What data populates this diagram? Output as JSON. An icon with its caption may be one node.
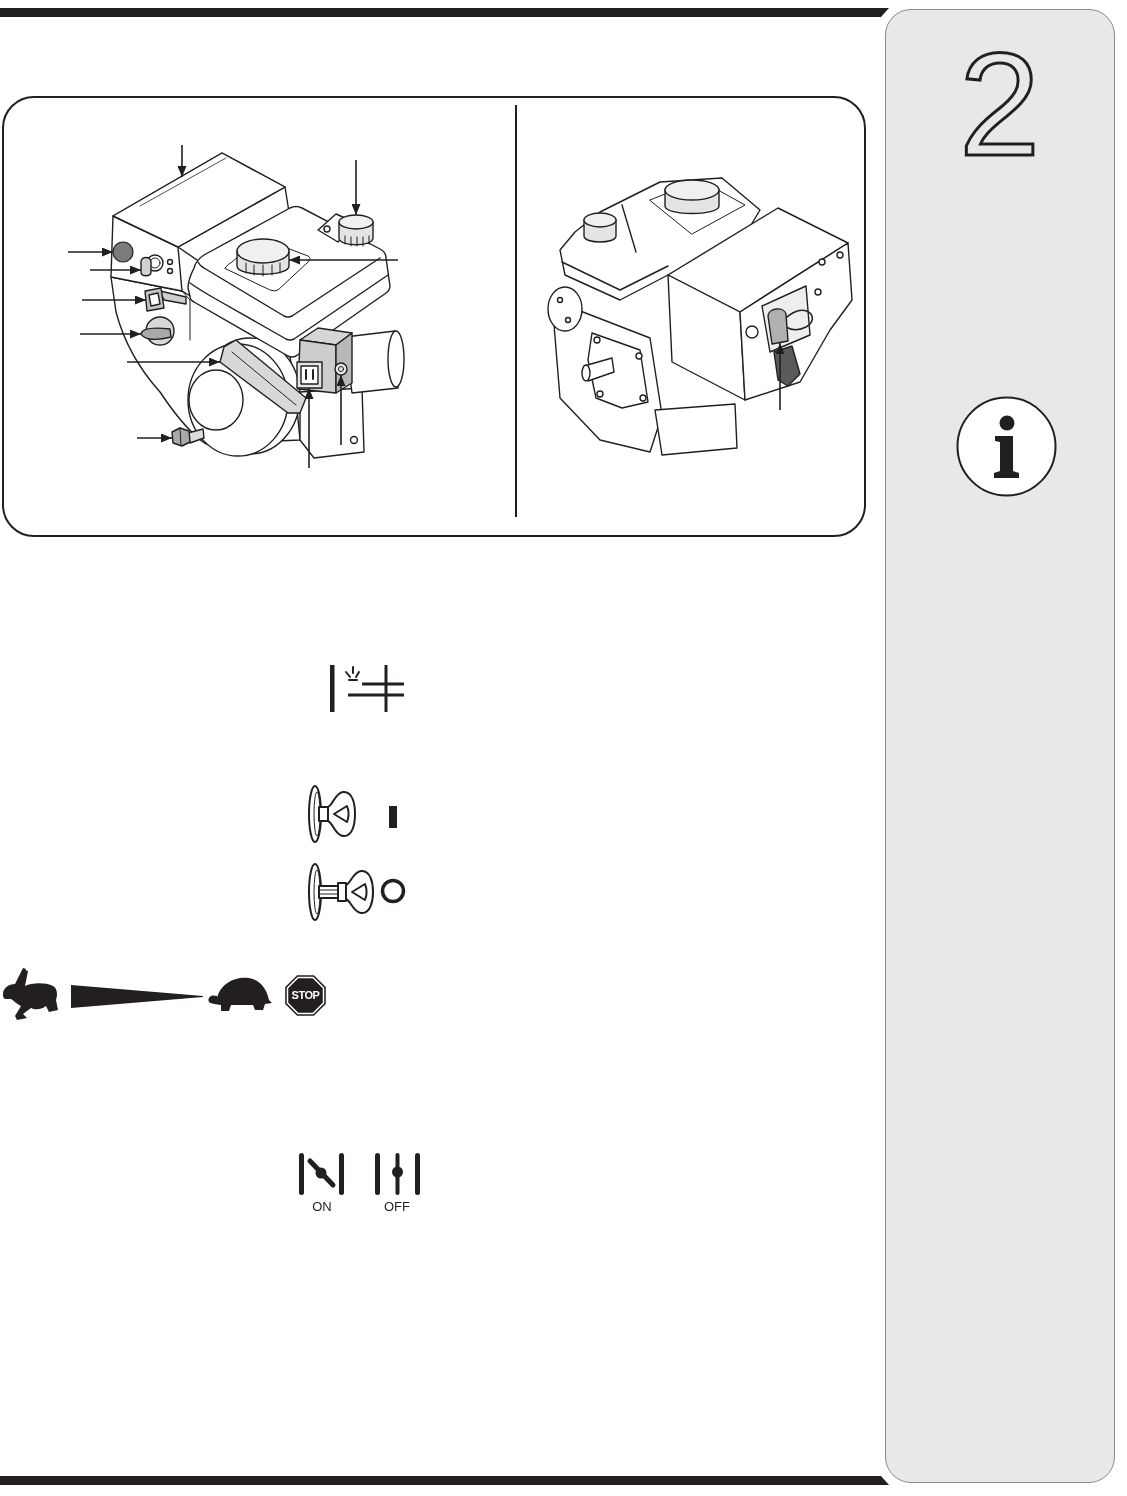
{
  "diagram": {
    "nodes": [
      {
        "text": [],
        "shape": "box"
      },
      {
        "text": [],
        "shape": "picture",
        "in": 0
      },
      {
        "text": [],
        "shape": "picture",
        "in": 1
      },
      {
        "text": [],
        "shape": "picture",
        "in": 1
      },
      {
        "text": [],
        "shape": "picture",
        "in": 1
      },
      {
        "text": [],
        "shape": "circle",
        "in": 1
      },
      {
        "text": [],
        "shape": "picture",
        "in": 1
      },
      {
        "text": [],
        "shape": "picture",
        "in": 1
      },
      {
        "text": [],
        "shape": "picture",
        "in": 1
      },
      {
        "text": [],
        "shape": "picture",
        "in": 1
      },
      {
        "text": [],
        "shape": "picture",
        "in": 1
      },
      {
        "text": [],
        "shape": "picture",
        "in": 1
      },
      {
        "text": [],
        "shape": "picture",
        "in": 1
      },
      {
        "text": [],
        "shape": "picture",
        "in": 0
      },
      {
        "text": [],
        "shape": "picture",
        "in": 13
      },
      {
        "text": [
          "2"
        ]
      }
    ],
    "edges": [
      {
        "from": null,
        "to": 2,
        "arrow": "to"
      },
      {
        "from": null,
        "to": 3,
        "arrow": "to"
      },
      {
        "from": null,
        "to": 4,
        "arrow": "to"
      },
      {
        "from": null,
        "to": 5,
        "arrow": "to"
      },
      {
        "from": null,
        "to": 6,
        "arrow": "to"
      },
      {
        "from": null,
        "to": 7,
        "arrow": "to"
      },
      {
        "from": null,
        "to": 8,
        "arrow": "to"
      },
      {
        "from": null,
        "to": 9,
        "arrow": "to"
      },
      {
        "from": null,
        "to": 10,
        "arrow": "to"
      },
      {
        "from": null,
        "to": 11,
        "arrow": "to"
      },
      {
        "from": null,
        "to": 12,
        "arrow": "to"
      },
      {
        "from": null,
        "to": 14,
        "arrow": "to"
      }
    ],
    "labels": [
      "STOP",
      "ON",
      "OFF"
    ]
  }
}
